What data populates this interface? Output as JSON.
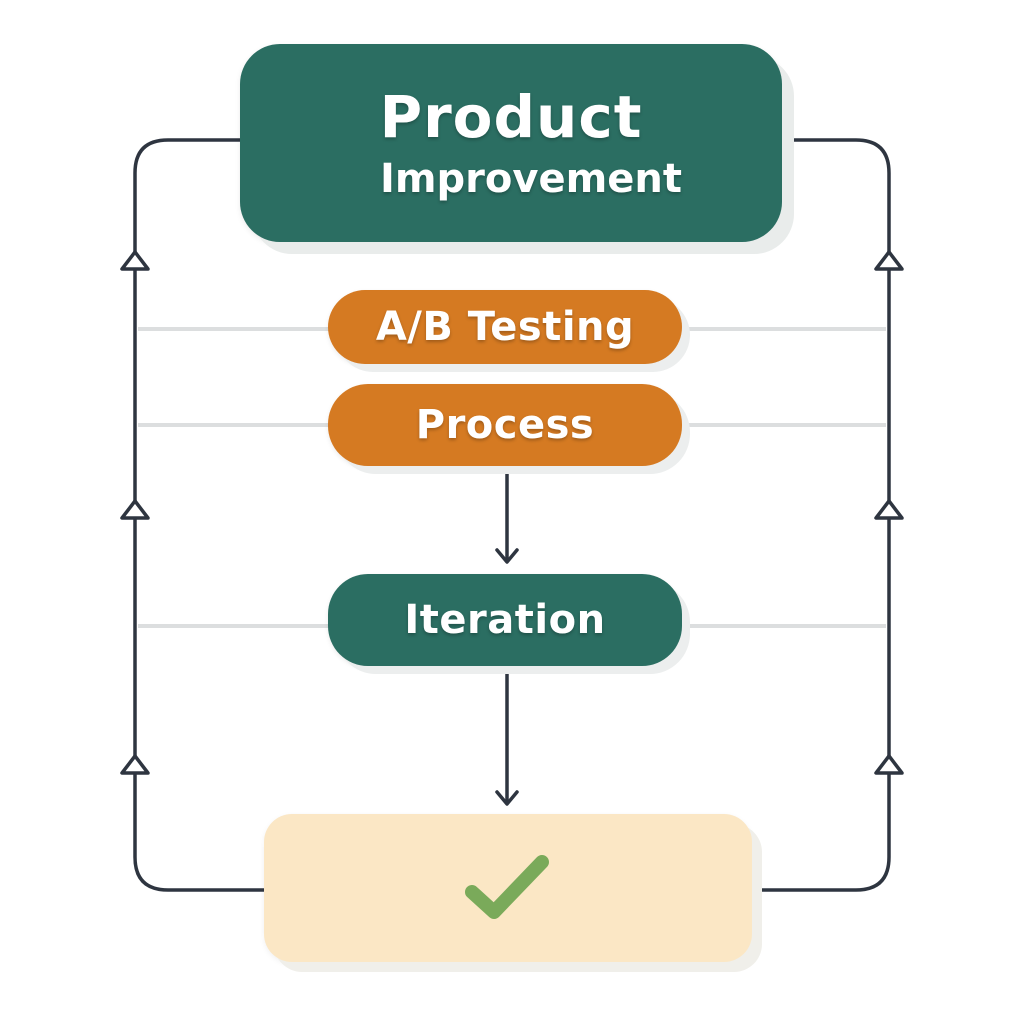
{
  "colors": {
    "teal": "#2b6e62",
    "orange": "#d57a22",
    "cream": "#fbe7c5",
    "check": "#7aaa5a",
    "wire": "#2e3540",
    "guide": "#dcdedf"
  },
  "nodes": {
    "product": {
      "line1": "Product",
      "line2": "Improvement"
    },
    "ab_testing": {
      "label": "A/B Testing"
    },
    "process": {
      "label": "Process"
    },
    "iteration": {
      "label": "Iteration"
    },
    "result": {
      "icon": "checkmark-icon"
    }
  }
}
